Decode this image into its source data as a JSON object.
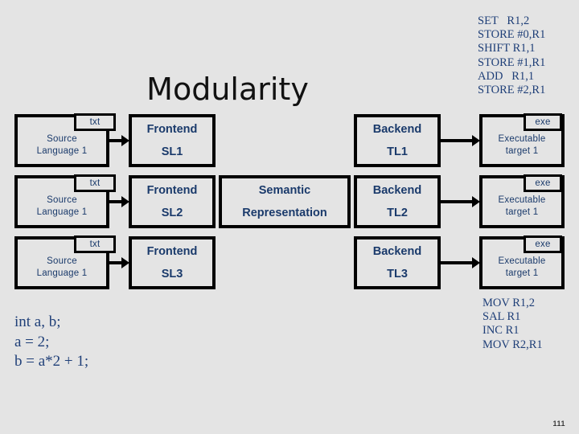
{
  "slide": {
    "title": "Modularity",
    "page_number": "111",
    "background_color": "#e4e4e4",
    "text_color": "#1a3a6b",
    "border_color": "#000000"
  },
  "asm_top": {
    "name": "target-assembly-listing-top",
    "lines": [
      "SET   R1,2",
      "STORE #0,R1",
      "SHIFT R1,1",
      "STORE #1,R1",
      "ADD   R1,1",
      "STORE #2,R1"
    ]
  },
  "asm_bottom": {
    "name": "target-assembly-listing-bottom",
    "lines": [
      "MOV R1,2",
      "SAL R1",
      "INC R1",
      "MOV R2,R1"
    ]
  },
  "source_code": {
    "lines": [
      "int a, b;",
      "a = 2;",
      "b = a*2 + 1;"
    ]
  },
  "diagram": {
    "rows": [
      {
        "id": "row-1",
        "source": {
          "tab": "txt",
          "line1": "Source",
          "line2": "Language 1"
        },
        "frontend": {
          "line1": "Frontend",
          "line2": "SL1"
        },
        "semantic": null,
        "backend": {
          "line1": "Backend",
          "line2": "TL1"
        },
        "exe": {
          "tab": "exe",
          "line1": "Executable",
          "line2": "target 1"
        }
      },
      {
        "id": "row-2",
        "source": {
          "tab": "txt",
          "line1": "Source",
          "line2": "Language 1"
        },
        "frontend": {
          "line1": "Frontend",
          "line2": "SL2"
        },
        "semantic": {
          "line1": "Semantic",
          "line2": "Representation"
        },
        "backend": {
          "line1": "Backend",
          "line2": "TL2"
        },
        "exe": {
          "tab": "exe",
          "line1": "Executable",
          "line2": "target 1"
        }
      },
      {
        "id": "row-3",
        "source": {
          "tab": "txt",
          "line1": "Source",
          "line2": "Language 1"
        },
        "frontend": {
          "line1": "Frontend",
          "line2": "SL3"
        },
        "semantic": null,
        "backend": {
          "line1": "Backend",
          "line2": "TL3"
        },
        "exe": {
          "tab": "exe",
          "line1": "Executable",
          "line2": "target 1"
        }
      }
    ]
  }
}
